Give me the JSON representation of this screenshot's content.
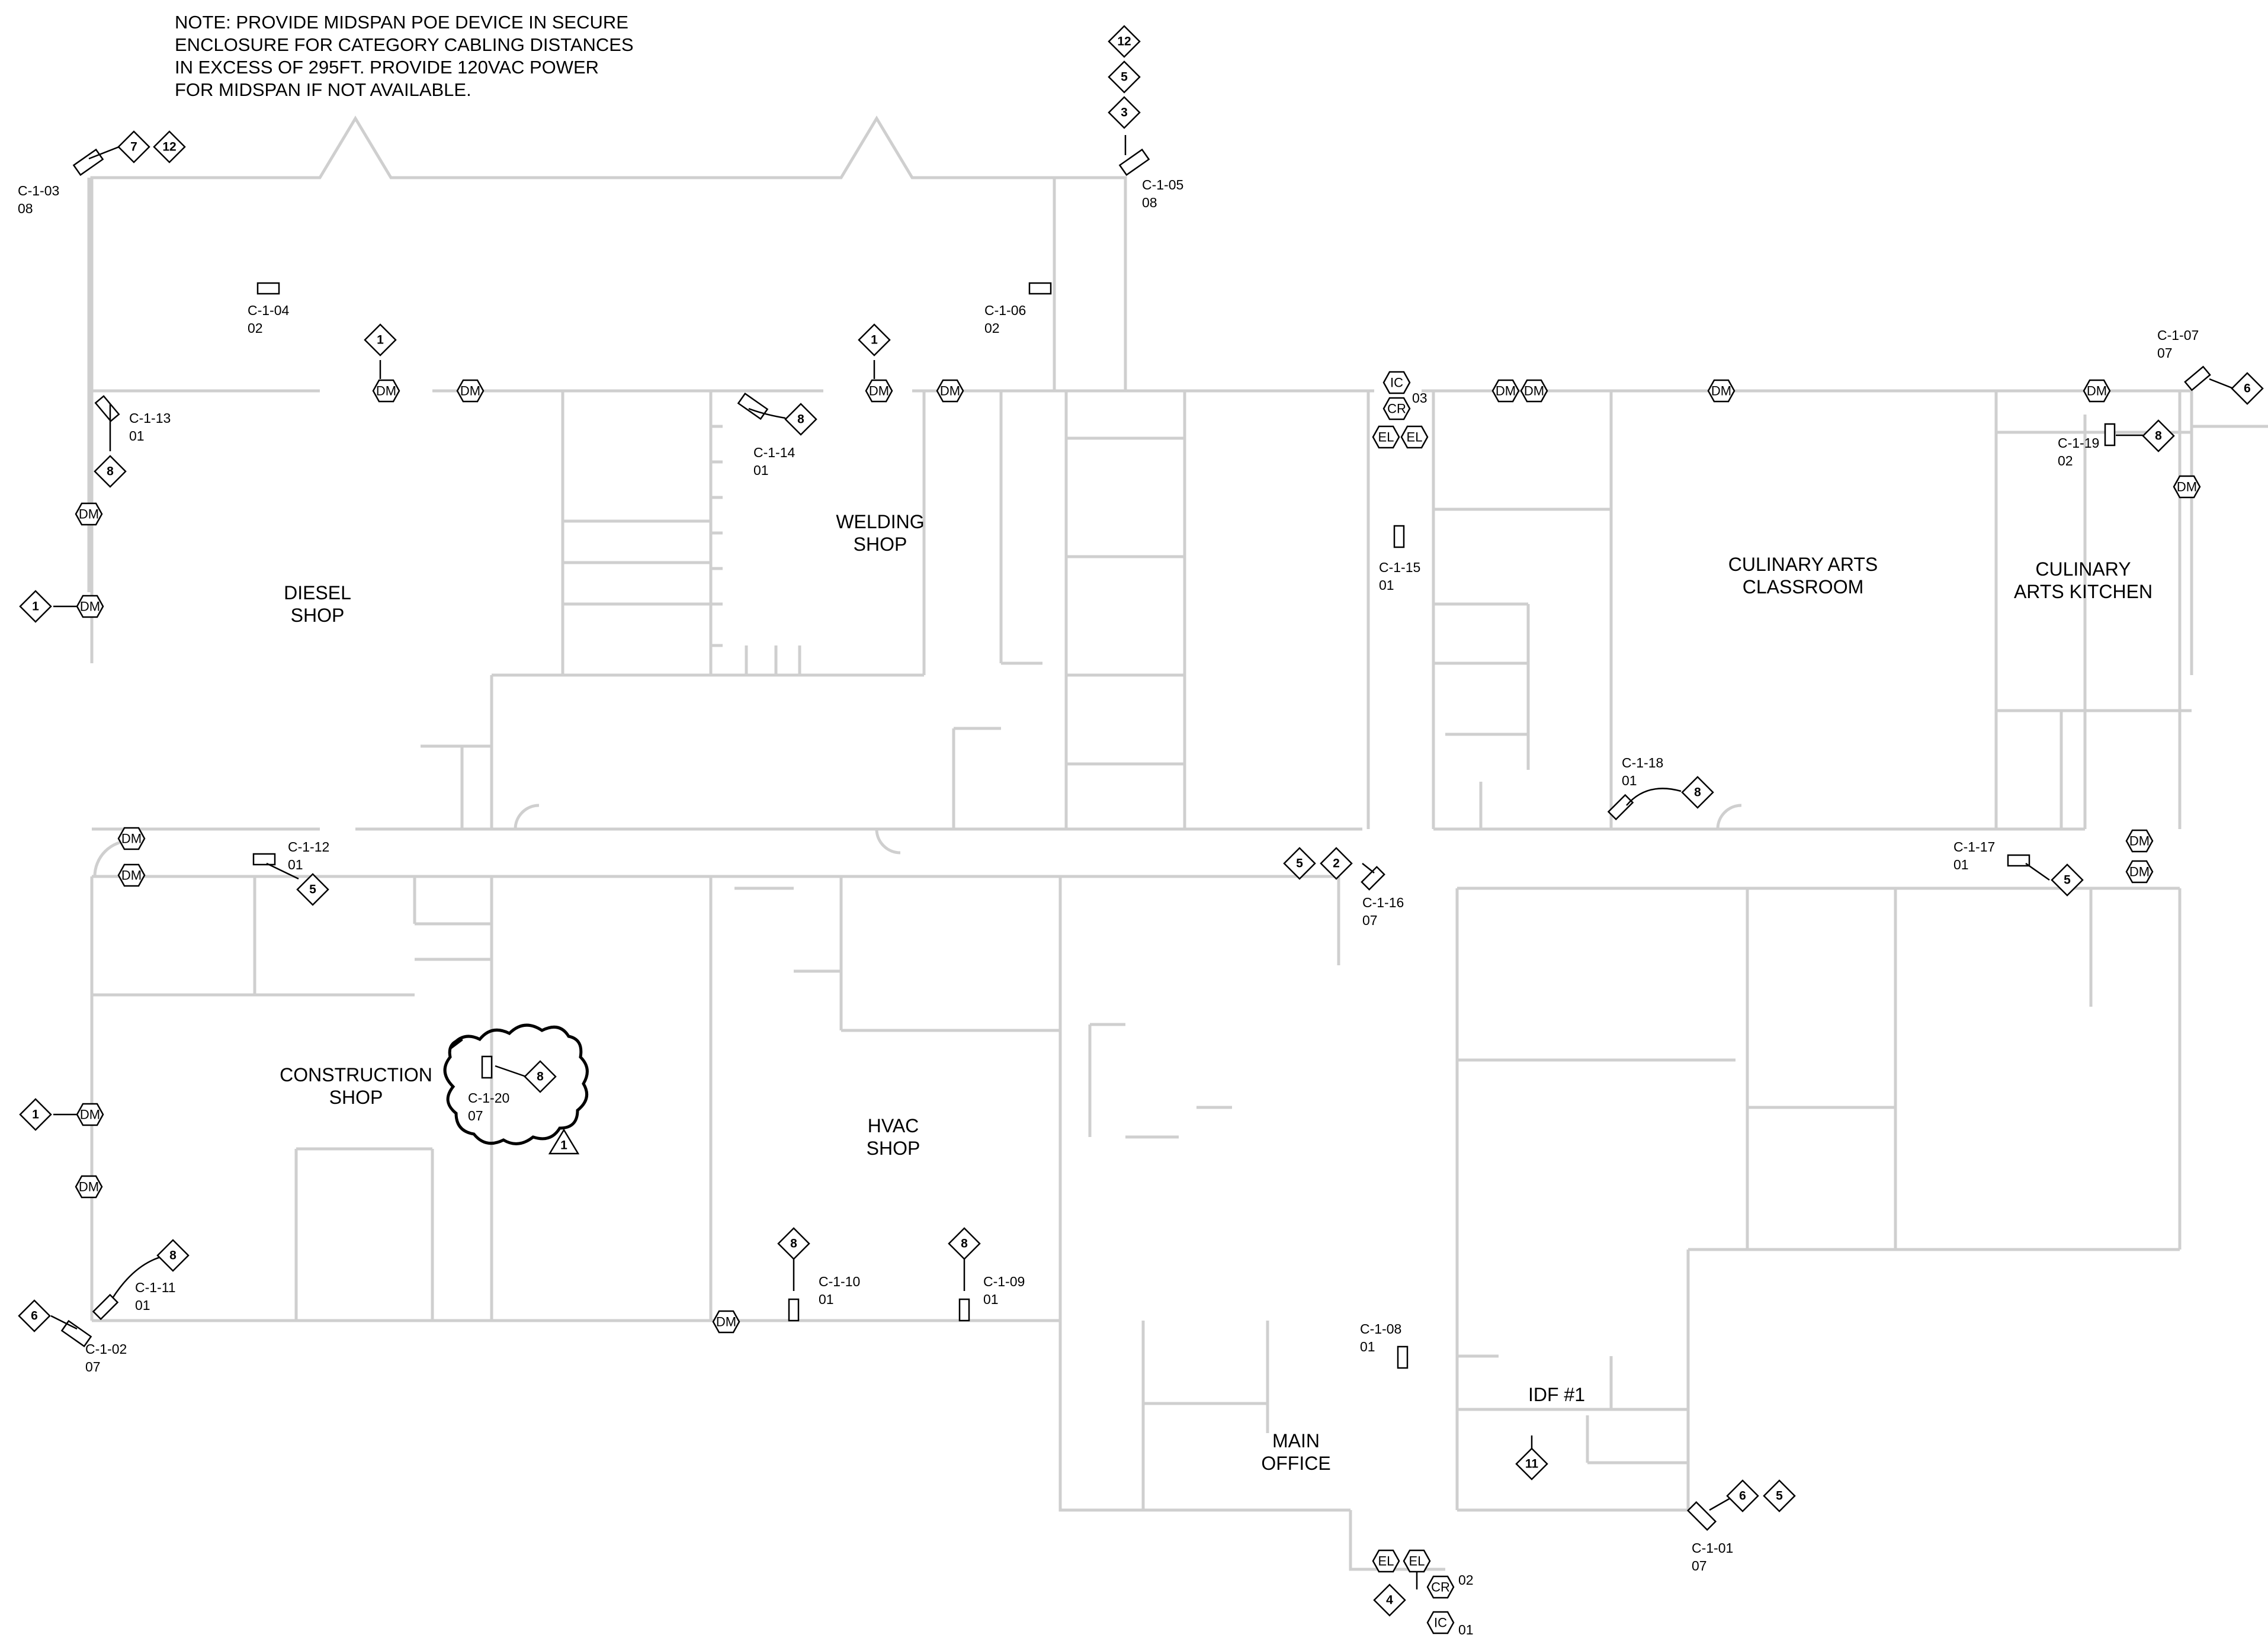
{
  "note": {
    "lines": [
      "NOTE: PROVIDE MIDSPAN POE DEVICE IN SECURE",
      "ENCLOSURE FOR CATEGORY CABLING DISTANCES",
      "IN EXCESS OF 295FT. PROVIDE 120VAC POWER",
      "FOR MIDSPAN IF NOT AVAILABLE."
    ]
  },
  "rooms": [
    {
      "line1": "DIESEL",
      "line2": "SHOP"
    },
    {
      "line1": "WELDING",
      "line2": "SHOP"
    },
    {
      "line1": "CULINARY ARTS",
      "line2": "CLASSROOM"
    },
    {
      "line1": "CULINARY",
      "line2": "ARTS KITCHEN"
    },
    {
      "line1": "CONSTRUCTION",
      "line2": "SHOP"
    },
    {
      "line1": "HVAC",
      "line2": "SHOP"
    },
    {
      "line1": "MAIN",
      "line2": "OFFICE"
    },
    {
      "line1": "IDF #1",
      "line2": ""
    }
  ],
  "cameras": [
    {
      "id": "C-1-01",
      "code": "07"
    },
    {
      "id": "C-1-02",
      "code": "07"
    },
    {
      "id": "C-1-03",
      "code": "08"
    },
    {
      "id": "C-1-04",
      "code": "02"
    },
    {
      "id": "C-1-05",
      "code": "08"
    },
    {
      "id": "C-1-06",
      "code": "02"
    },
    {
      "id": "C-1-07",
      "code": "07"
    },
    {
      "id": "C-1-08",
      "code": "01"
    },
    {
      "id": "C-1-09",
      "code": "01"
    },
    {
      "id": "C-1-10",
      "code": "01"
    },
    {
      "id": "C-1-11",
      "code": "01"
    },
    {
      "id": "C-1-12",
      "code": "01"
    },
    {
      "id": "C-1-13",
      "code": "01"
    },
    {
      "id": "C-1-14",
      "code": "01"
    },
    {
      "id": "C-1-15",
      "code": "01"
    },
    {
      "id": "C-1-16",
      "code": "07"
    },
    {
      "id": "C-1-17",
      "code": "01"
    },
    {
      "id": "C-1-18",
      "code": "01"
    },
    {
      "id": "C-1-19",
      "code": "02"
    },
    {
      "id": "C-1-20",
      "code": "07"
    }
  ],
  "keynotes": {
    "k1": "1",
    "k2": "2",
    "k3": "3",
    "k4": "4",
    "k5": "5",
    "k6": "6",
    "k7": "7",
    "k8": "8",
    "k11": "11",
    "k12": "12"
  },
  "devices": {
    "door_monitor": "DM",
    "intercom": "IC",
    "card_reader": "CR",
    "electric_lock": "EL",
    "door_group_north_code": "03",
    "door_group_south_code": "02",
    "door_group_south_ic_code": "01"
  },
  "revision": {
    "number": "1"
  }
}
